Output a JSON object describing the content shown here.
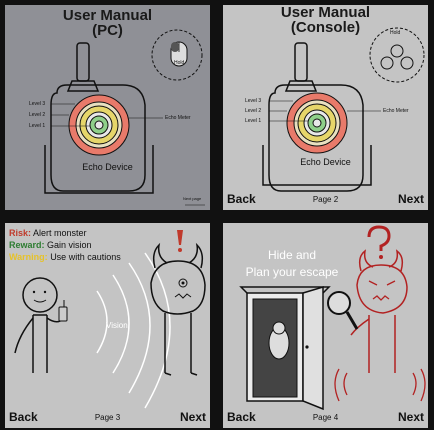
{
  "panel1": {
    "title_line1": "User Manual",
    "title_line2": "(PC)",
    "levels": [
      "Level 3",
      "Level 2",
      "Level 1"
    ],
    "echo_meter": "Echo Meter",
    "hold_label": "Hold",
    "device_label": "Echo Device",
    "footer_note": "Next page"
  },
  "panel2": {
    "title_line1": "User Manual",
    "title_line2": "(Console)",
    "levels": [
      "Level 3",
      "Level 2",
      "Level 1"
    ],
    "echo_meter": "Echo Meter",
    "hold_label": "Hold",
    "device_label": "Echo Device",
    "back": "Back",
    "page": "Page 2",
    "next": "Next"
  },
  "panel3": {
    "risk_key": "Risk:",
    "risk_text": "Alert monster",
    "reward_key": "Reward:",
    "reward_text": "Gain vision",
    "warning_key": "Warning:",
    "warning_text": "Use with cautions",
    "vision": "Vision",
    "back": "Back",
    "page": "Page 3",
    "next": "Next"
  },
  "panel4": {
    "headline_line1": "Hide and",
    "headline_line2": "Plan your escape",
    "back": "Back",
    "page": "Page 4",
    "next": "Next"
  },
  "colors": {
    "risk": "#c0392b",
    "reward": "#2e7d32",
    "warning": "#e6c229",
    "ring_red": "#e87a6a",
    "ring_yellow": "#e6d66a",
    "ring_green": "#8fd08a",
    "monster_red": "#b22222"
  },
  "icons": [
    "mouse-icon",
    "controller-buttons-icon",
    "exclamation-icon",
    "question-mark-icon",
    "magnifying-glass-icon",
    "walkie-talkie-icon"
  ]
}
